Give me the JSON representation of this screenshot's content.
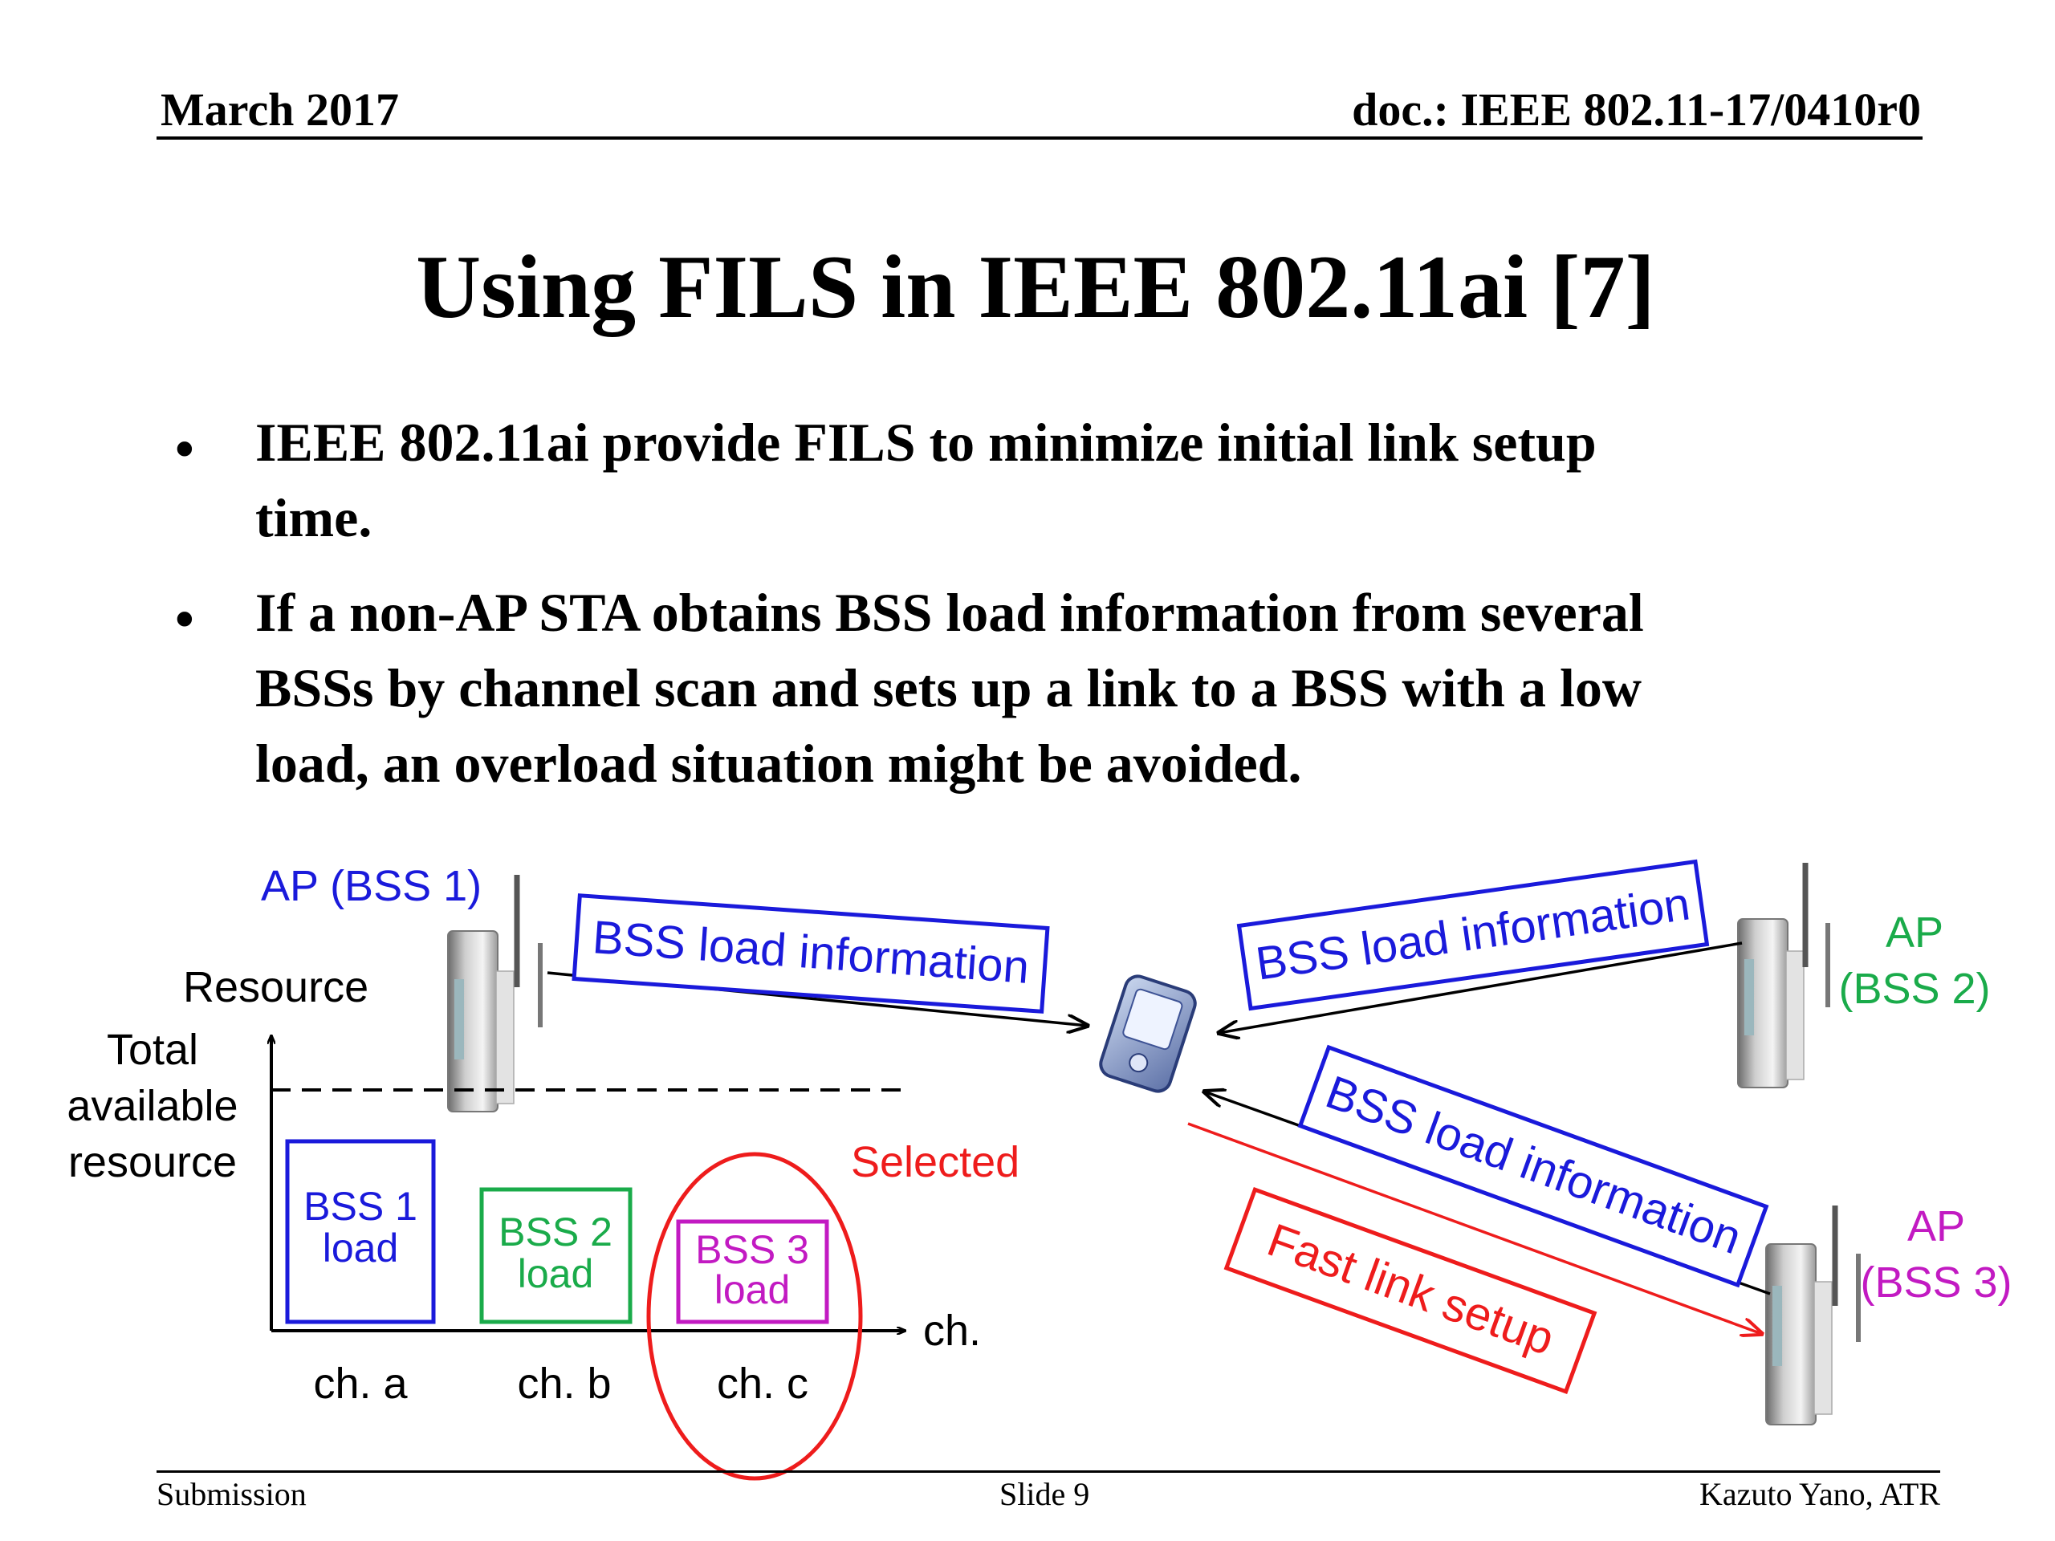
{
  "header": {
    "date": "March 2017",
    "doc": "doc.: IEEE 802.11-17/0410r0"
  },
  "title": "Using FILS in IEEE 802.11ai [7]",
  "bullets": [
    {
      "marker": "•",
      "lines": [
        "IEEE 802.11ai provide FILS to minimize initial link setup",
        "time."
      ]
    },
    {
      "marker": "•",
      "lines": [
        "If a non-AP STA obtains BSS load information from several",
        "BSSs by channel scan and sets up a link to a BSS with a low",
        "load, an overload situation might be avoided."
      ]
    }
  ],
  "diagram": {
    "ap1_label": "AP (BSS 1)",
    "ap2_label": [
      "AP",
      "(BSS 2)"
    ],
    "ap3_label": [
      "AP",
      "(BSS 3)"
    ],
    "msg_ap1": "BSS load information",
    "msg_ap2": "BSS load information",
    "msg_ap3": "BSS load information",
    "fast_link": "Fast link setup",
    "selected": "Selected",
    "axis_y_label": "Resource",
    "total_label": [
      "Total",
      "available",
      "resource"
    ],
    "axis_x_label": "ch.",
    "channels": [
      "ch. a",
      "ch. b",
      "ch. c"
    ],
    "loads": [
      {
        "lines": [
          "BSS 1",
          "load"
        ],
        "color": "#1a1adb"
      },
      {
        "lines": [
          "BSS 2",
          "load"
        ],
        "color": "#1aab4a"
      },
      {
        "lines": [
          "BSS 3",
          "load"
        ],
        "color": "#c21ac2"
      }
    ],
    "colors": {
      "blue": "#1a1adb",
      "green": "#1aab4a",
      "magenta": "#c21ac2",
      "red": "#ee1c1c"
    },
    "icons": [
      "access-point-icon",
      "smartphone-icon"
    ]
  },
  "footer": {
    "left": "Submission",
    "center": "Slide 9",
    "right": "Kazuto Yano, ATR"
  }
}
